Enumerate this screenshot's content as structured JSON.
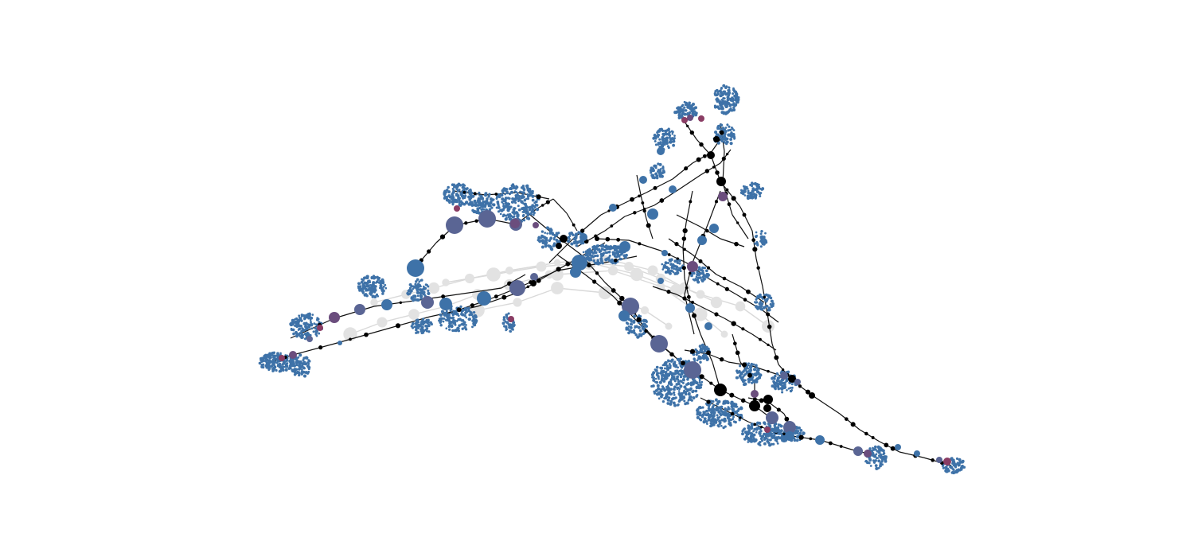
{
  "diagram": {
    "type": "network-graph",
    "background": "#ffffff",
    "has_title": false,
    "has_legend": false,
    "has_axes": false,
    "palette": {
      "edge_strong": "#111111",
      "edge_faint": "#d9d9d9",
      "node_light": "#e2e2e2",
      "node_black": "#000000",
      "node_blue": "#3e72a8",
      "node_slate": "#5a6594",
      "node_purple": "#6b4d7d",
      "node_plum": "#8a3d64"
    },
    "node_categories": [
      "node_blue",
      "node_slate",
      "node_purple",
      "node_plum",
      "node_black",
      "node_light"
    ]
  }
}
